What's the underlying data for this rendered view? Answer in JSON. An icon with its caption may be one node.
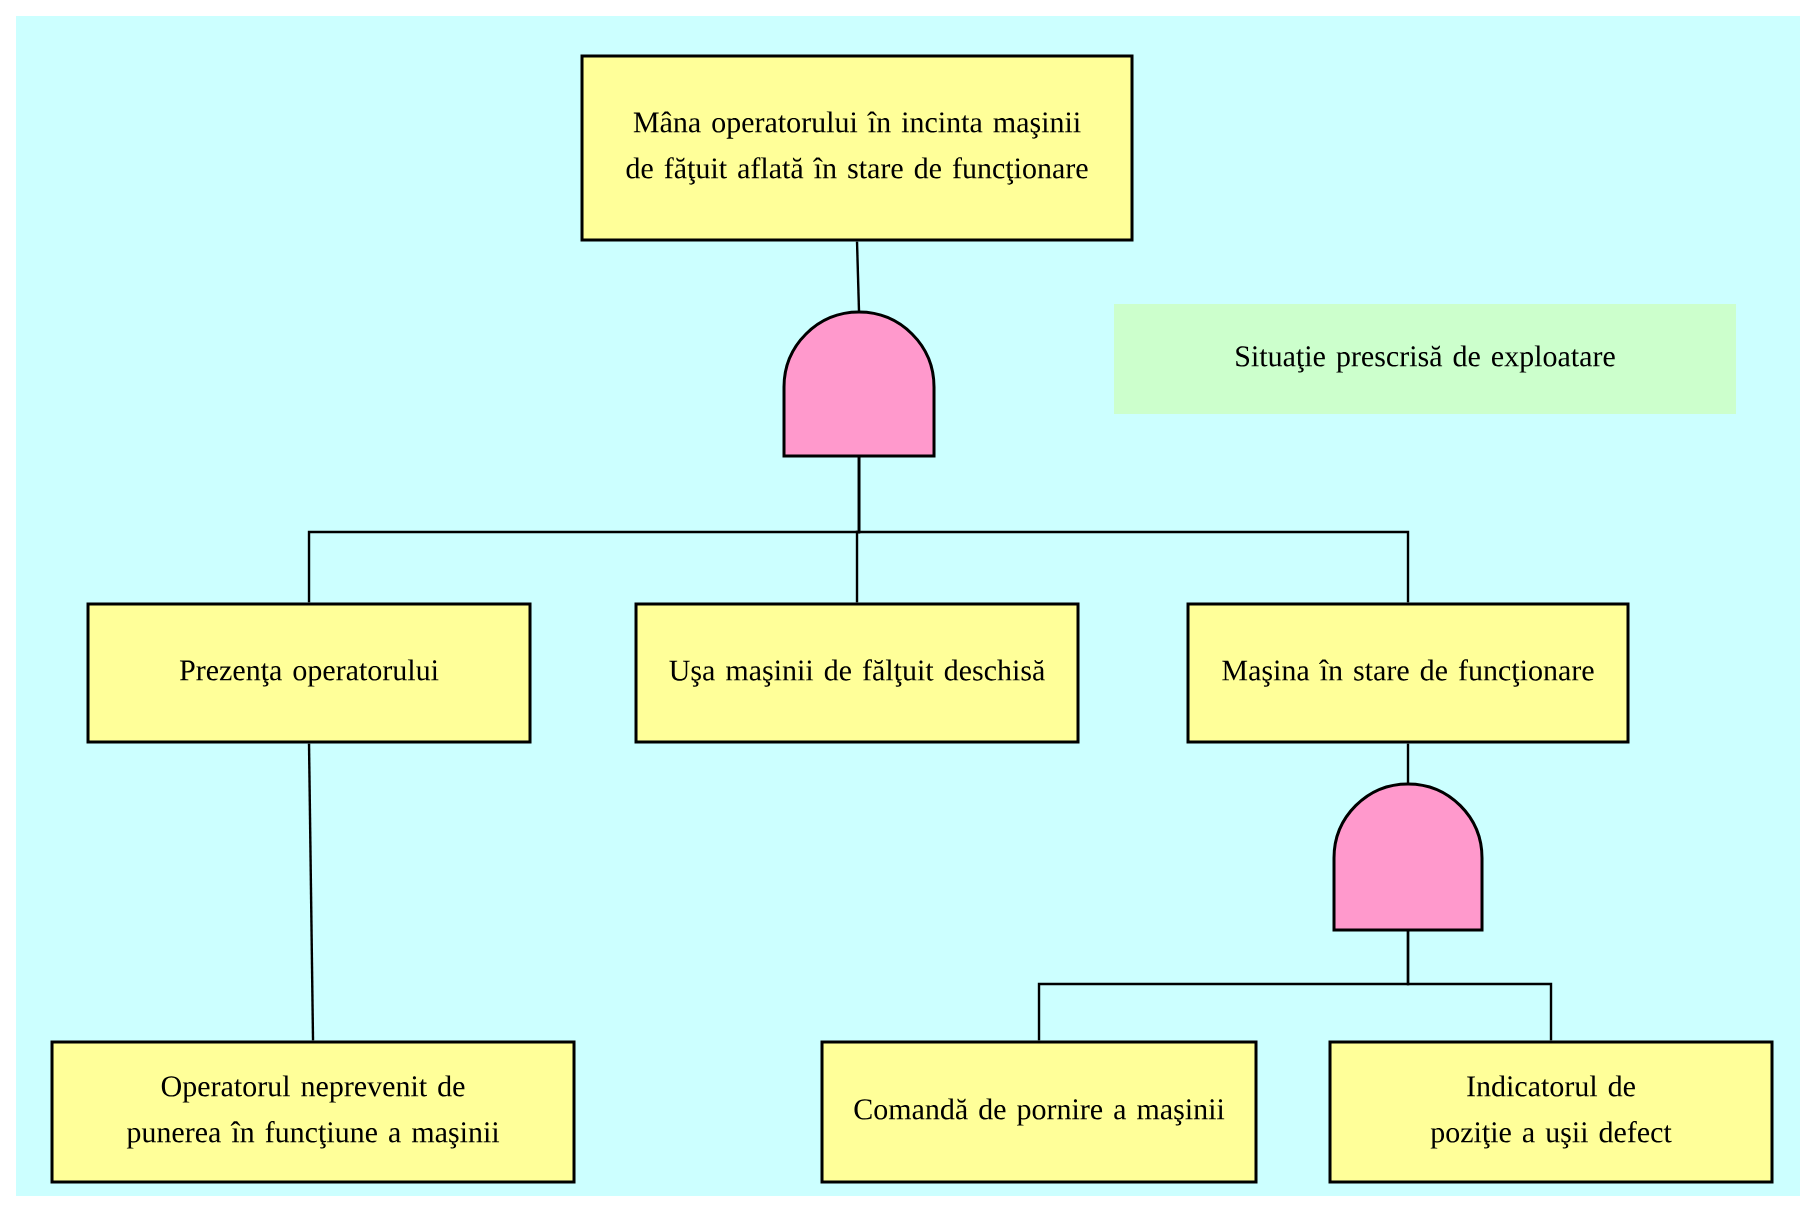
{
  "diagram": {
    "nodes": [
      {
        "text": [
          "Mâna operatorului în incinta maşinii de făţuit aflată în stare de funcţionare"
        ]
      },
      {
        "text": [
          "Situaţie prescrisă de exploatare"
        ]
      },
      {
        "text": [],
        "shape": "gate"
      },
      {
        "text": [
          "Prezenţa operatorului"
        ]
      },
      {
        "text": [
          "Uşa maşinii de fălţuit deschisă"
        ]
      },
      {
        "text": [
          "Maşina în stare de funcţionare"
        ]
      },
      {
        "text": [],
        "shape": "gate"
      },
      {
        "text": [
          "Operatorul neprevenit de punerea în funcţiune a maşinii"
        ]
      },
      {
        "text": [
          "Comandă de pornire a maşinii"
        ]
      },
      {
        "text": [
          "Indicatorul de poziţie a uşii defect"
        ]
      }
    ],
    "edges": [
      {
        "from": 0,
        "to": 2,
        "arrow": "none"
      },
      {
        "from": 2,
        "to": 3,
        "arrow": "none"
      },
      {
        "from": 2,
        "to": 4,
        "arrow": "none"
      },
      {
        "from": 2,
        "to": 5,
        "arrow": "none"
      },
      {
        "from": 3,
        "to": 7,
        "arrow": "none"
      },
      {
        "from": 5,
        "to": 6,
        "arrow": "none"
      },
      {
        "from": 6,
        "to": 8,
        "arrow": "none"
      },
      {
        "from": 6,
        "to": 9,
        "arrow": "none"
      }
    ]
  }
}
